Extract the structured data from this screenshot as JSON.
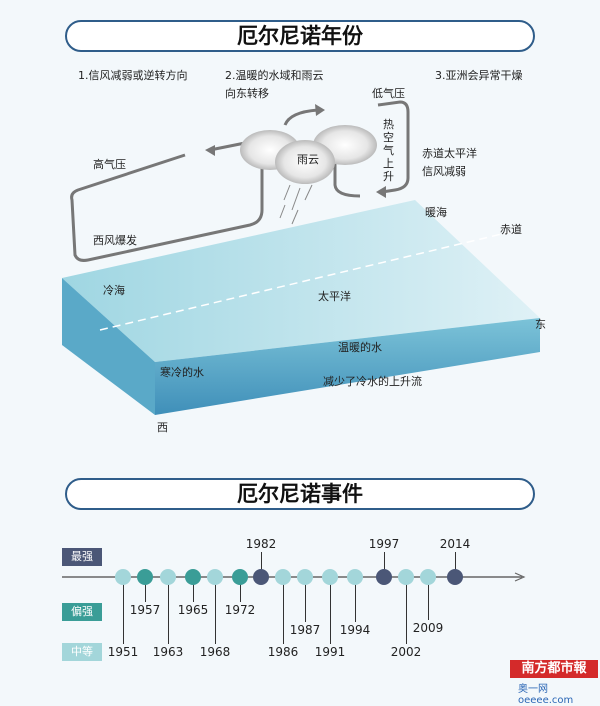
{
  "section1": {
    "title": "厄尔尼诺年份",
    "steps": [
      "1.信风减弱或逆转方向",
      "2.温暖的水域和雨云",
      "向东转移",
      "3.亚洲会异常干燥"
    ],
    "labels": {
      "low_pressure": "低气压",
      "hot_air": "热空气上升",
      "equator_wind": "赤道太平洋",
      "wind_weaken": "信风减弱",
      "high_pressure": "高气压",
      "rain_cloud": "雨云",
      "west_burst": "西风爆发",
      "warm_sea": "暖海",
      "equator": "赤道",
      "cold_sea": "冷海",
      "pacific": "太平洋",
      "east": "东",
      "warm_water": "温暖的水",
      "cold_water": "寒冷的水",
      "less_upwelling": "减少了冷水的上升流",
      "west": "西"
    }
  },
  "section2": {
    "title": "厄尔尼诺事件",
    "legend": [
      {
        "label": "最强",
        "color": "#4b5777"
      },
      {
        "label": "偏强",
        "color": "#3a9d97"
      },
      {
        "label": "中等",
        "color": "#a3d6da"
      }
    ],
    "events": [
      {
        "year": "1951",
        "level": "中等"
      },
      {
        "year": "1957",
        "level": "偏强"
      },
      {
        "year": "1963",
        "level": "中等"
      },
      {
        "year": "1965",
        "level": "偏强"
      },
      {
        "year": "1968",
        "level": "中等"
      },
      {
        "year": "1972",
        "level": "偏强"
      },
      {
        "year": "1982",
        "level": "最强"
      },
      {
        "year": "1986",
        "level": "中等"
      },
      {
        "year": "1987",
        "level": "中等"
      },
      {
        "year": "1991",
        "level": "中等"
      },
      {
        "year": "1994",
        "level": "中等"
      },
      {
        "year": "1997",
        "level": "最强"
      },
      {
        "year": "2002",
        "level": "中等"
      },
      {
        "year": "2009",
        "level": "中等"
      },
      {
        "year": "2014",
        "level": "最强"
      }
    ]
  },
  "footer": {
    "logo": "南方都市報",
    "site": "奥一网oeeee.com"
  }
}
